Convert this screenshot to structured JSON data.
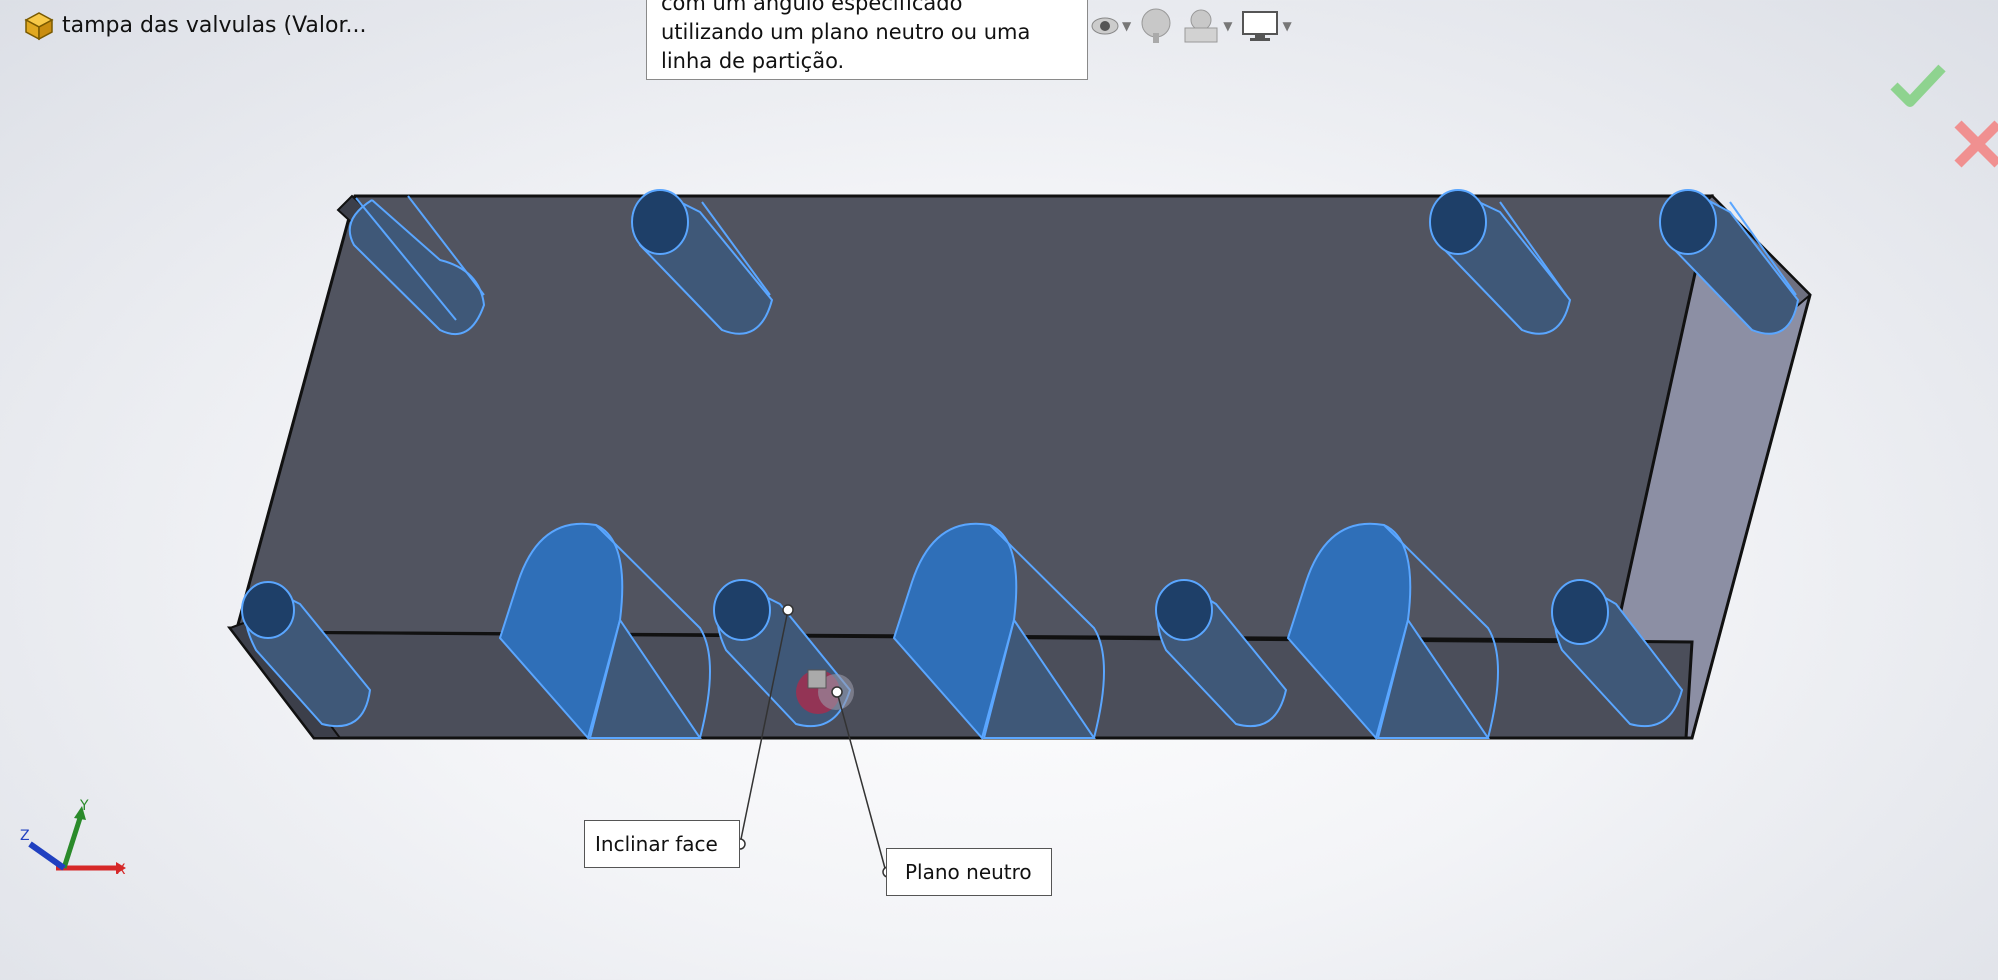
{
  "document": {
    "title": "tampa das valvulas  (Valor..."
  },
  "tooltip": {
    "lines": [
      "com um ângulo especificado",
      "utilizando um plano neutro ou uma",
      "linha de partição."
    ]
  },
  "callouts": {
    "draft_face": "Inclinar face",
    "neutral_plane": "Plano neutro"
  },
  "triad": {
    "x": "X",
    "y": "Y",
    "z": "Z"
  },
  "hud": {
    "items": [
      "hide-show-items-icon",
      "edit-appearance-icon",
      "apply-scene-icon",
      "view-settings-icon"
    ]
  },
  "colors": {
    "part_body": "#515460",
    "part_side": "#8c8fa4",
    "selected_face": "#2f6fb8",
    "selection_edge": "#5aa6ff",
    "confirm": "#5cc15c",
    "cancel": "#e04c4c",
    "axis_x": "#d62828",
    "axis_y": "#2a8a2a",
    "axis_z": "#2040c0"
  }
}
